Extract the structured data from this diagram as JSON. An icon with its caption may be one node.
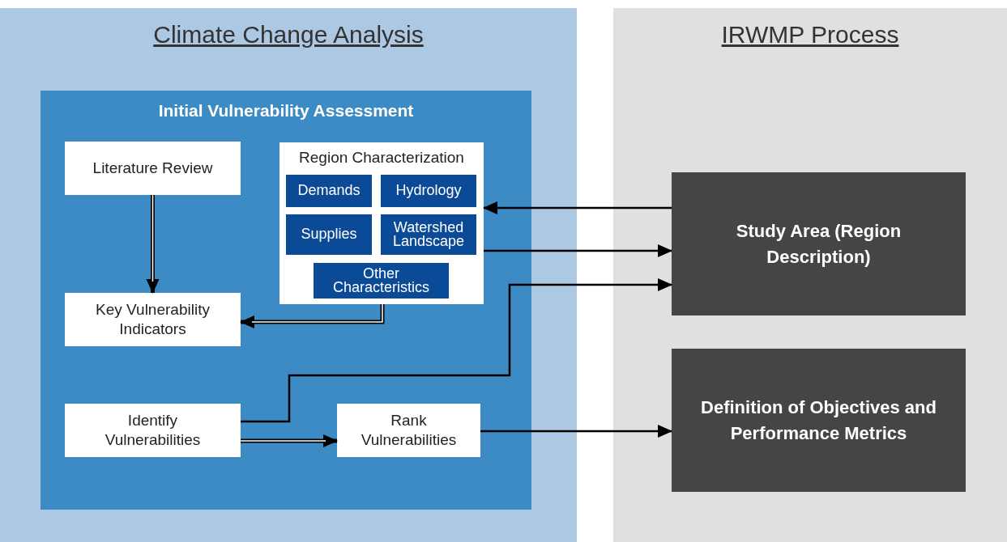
{
  "diagram": {
    "nodes": [
      {
        "text": [
          "Climate Change Analysis"
        ]
      },
      {
        "text": [
          "IRWMP Process"
        ]
      },
      {
        "text": [
          "Initial Vulnerability Assessment"
        ],
        "in": 0
      },
      {
        "text": [
          "Literature Review"
        ],
        "in": 2
      },
      {
        "text": [
          "Region Characterization"
        ],
        "in": 2
      },
      {
        "text": [
          "Demands"
        ],
        "in": 4
      },
      {
        "text": [
          "Hydrology"
        ],
        "in": 4
      },
      {
        "text": [
          "Supplies"
        ],
        "in": 4
      },
      {
        "text": [
          "Watershed Landscape"
        ],
        "in": 4
      },
      {
        "text": [
          "Other Characteristics"
        ],
        "in": 4
      },
      {
        "text": [
          "Key Vulnerability Indicators"
        ],
        "in": 2
      },
      {
        "text": [
          "Identify Vulnerabilities"
        ],
        "in": 2
      },
      {
        "text": [
          "Rank Vulnerabilities"
        ],
        "in": 2
      },
      {
        "text": [
          "Study Area (Region Description)"
        ],
        "in": 1
      },
      {
        "text": [
          "Definition of Objectives and Performance Metrics"
        ],
        "in": 1
      }
    ],
    "edges": [
      {
        "from": 3,
        "to": 10,
        "arrow": "to",
        "style": "thick"
      },
      {
        "from": 4,
        "to": 10,
        "arrow": "to",
        "style": "thick"
      },
      {
        "from": 13,
        "to": 4,
        "arrow": "to"
      },
      {
        "from": 4,
        "to": 13,
        "arrow": "to"
      },
      {
        "from": 11,
        "to": 13,
        "arrow": "to"
      },
      {
        "from": 11,
        "to": 12,
        "arrow": "to",
        "style": "thick"
      },
      {
        "from": 12,
        "to": 14,
        "arrow": "to"
      }
    ]
  }
}
